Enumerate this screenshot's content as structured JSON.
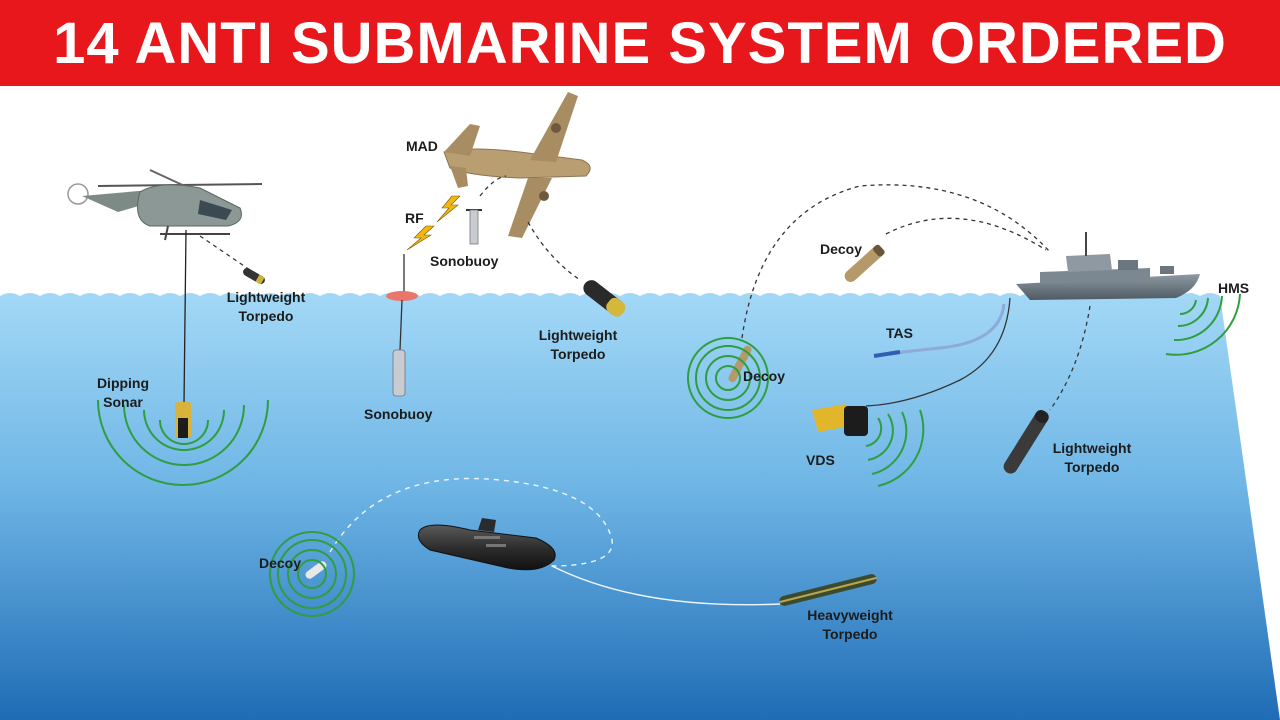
{
  "title": "14 ANTI SUBMARINE SYSTEM ORDERED",
  "colors": {
    "banner": "#e8171b",
    "sea_top": "#9fd6f5",
    "sea_bottom": "#1f6fb8",
    "sonar_wave": "#2e9e3e",
    "sky": "#ffffff"
  },
  "labels": {
    "mad": "MAD",
    "rf": "RF",
    "sonobuoy_air": "Sonobuoy",
    "sonobuoy_sea": "Sonobuoy",
    "lt_heli_1": "Lightweight",
    "lt_heli_2": "Torpedo",
    "lt_plane_1": "Lightweight",
    "lt_plane_2": "Torpedo",
    "dipping_1": "Dipping",
    "dipping_2": "Sonar",
    "decoy_air": "Decoy",
    "decoy_ship": "Decoy",
    "decoy_sub": "Decoy",
    "tas": "TAS",
    "vds": "VDS",
    "hms": "HMS",
    "lt_ship_1": "Lightweight",
    "lt_ship_2": "Torpedo",
    "hw_1": "Heavyweight",
    "hw_2": "Torpedo"
  }
}
